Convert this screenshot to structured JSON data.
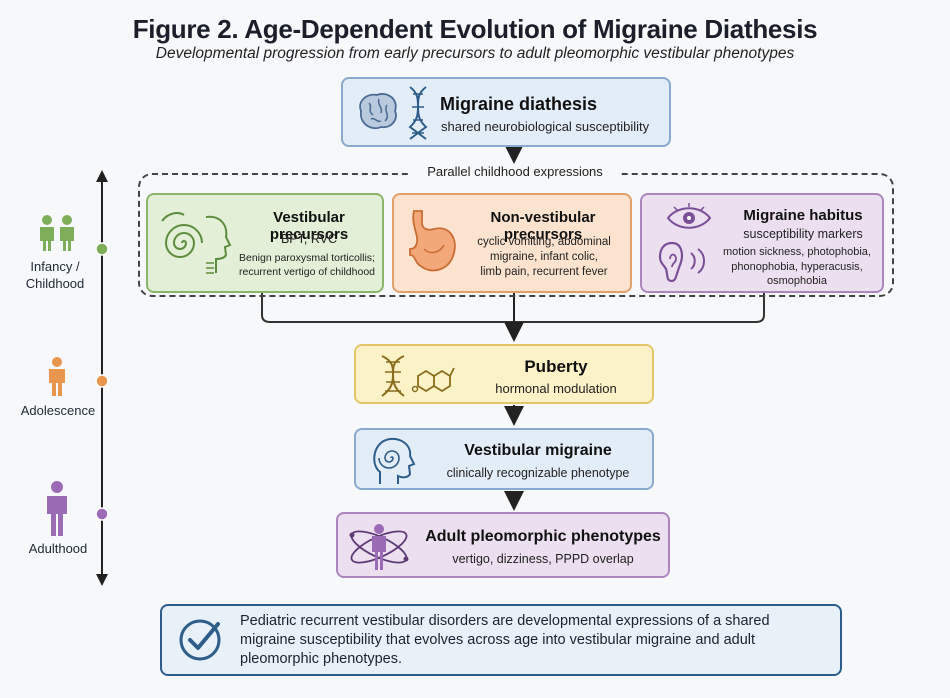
{
  "figure": {
    "title": "Figure 2. Age-Dependent Evolution of Migraine Diathesis",
    "subtitle": "Developmental progression from early precursors to adult pleomorphic vestibular phenotypes"
  },
  "nodes": {
    "diathesis": {
      "title": "Migraine diathesis",
      "subtitle": "shared neurobiological susceptibility"
    },
    "parallel_label": "Parallel childhood expressions",
    "vestibular": {
      "title": "Vestibular precursors",
      "subtitle": "BPT, RVC",
      "detail": [
        "Benign paroxysmal torticollis;",
        "recurrent vertigo of childhood"
      ]
    },
    "nonvestibular": {
      "title": "Non-vestibular precursors",
      "detail": [
        "cyclic vomiting, abdominal",
        "migraine, infant colic,",
        "limb pain, recurrent fever"
      ]
    },
    "habitus": {
      "title": "Migraine habitus",
      "subtitle": "susceptibility markers",
      "detail": [
        "motion sickness, photophobia,",
        "phonophobia, hyperacusis,",
        "osmophobia"
      ]
    },
    "puberty": {
      "title": "Puberty",
      "subtitle": "hormonal modulation"
    },
    "vm": {
      "title": "Vestibular migraine",
      "subtitle": "clinically recognizable phenotype"
    },
    "adult": {
      "title": "Adult pleomorphic phenotypes",
      "subtitle": "vertigo, dizziness, PPPD overlap"
    }
  },
  "timeline": {
    "stages": [
      {
        "label": [
          "Infancy /",
          "Childhood"
        ],
        "color": "#7fae5b"
      },
      {
        "label": [
          "Adolescence"
        ],
        "color": "#e8964e"
      },
      {
        "label": [
          "Adulthood"
        ],
        "color": "#9b6bb5"
      }
    ]
  },
  "summary": {
    "lines": [
      "Pediatric recurrent vestibular disorders are developmental expressions of a shared",
      "migraine susceptibility that evolves across age into vestibular migraine and adult",
      "pleomorphic phenotypes."
    ]
  },
  "colors": {
    "accent_blue": "#2f5d8a",
    "green": "#7fae5b",
    "orange": "#e8964e",
    "purple": "#9b6bb5",
    "yellow": "#e3c66a"
  },
  "icons": [
    "brain-icon",
    "dna-icon",
    "ear-spiral-icon",
    "head-profile-icon",
    "stomach-icon",
    "eye-icon",
    "ear-icon",
    "sound-waves-icon",
    "molecule-icon",
    "dizzy-head-icon",
    "person-orbit-icon",
    "checkmark-icon",
    "child-icon",
    "adolescent-icon",
    "adult-icon"
  ]
}
